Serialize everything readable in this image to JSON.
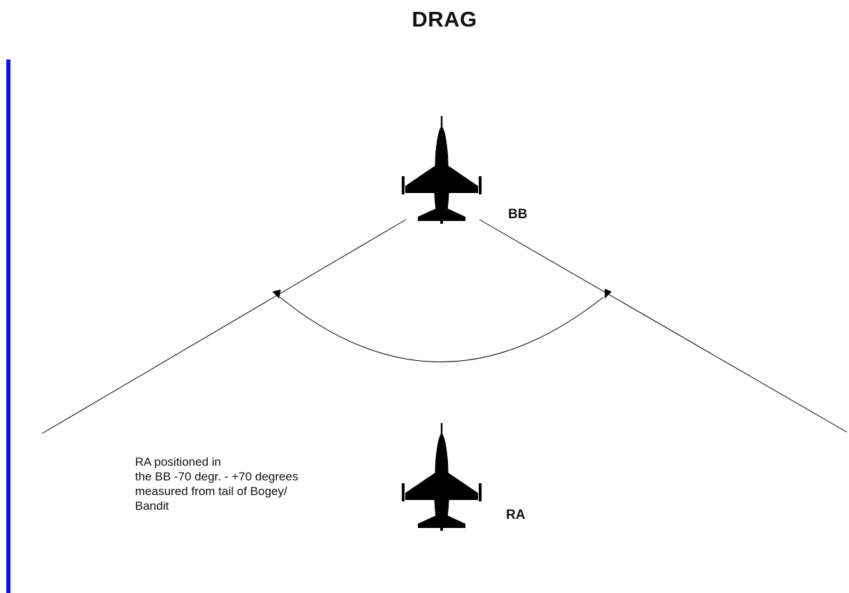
{
  "title": "DRAG",
  "labels": {
    "bogey": "BB",
    "ra": "RA"
  },
  "note_lines": [
    "RA positioned in",
    "the BB -70 degr. - +70 degrees",
    "measured from tail of Bogey/",
    "Bandit"
  ],
  "icons": {
    "bogey": "fighter-jet-icon",
    "ra": "fighter-jet-icon"
  },
  "colors": {
    "accent_rule": "#1010ee",
    "ink": "#000000"
  }
}
